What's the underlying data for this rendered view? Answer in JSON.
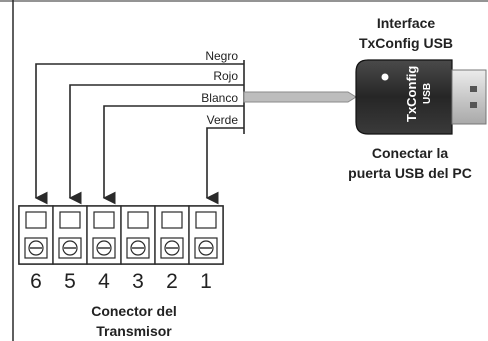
{
  "interface": {
    "title_line1": "Interface",
    "title_line2": "TxConfig USB",
    "device_label_line1": "TxConfig",
    "device_label_line2": "USB"
  },
  "pc_note": {
    "line1": "Conectar la",
    "line2": "puerta USB del PC"
  },
  "wires": [
    {
      "color_name": "Negro",
      "pin": "6"
    },
    {
      "color_name": "Rojo",
      "pin": "5"
    },
    {
      "color_name": "Blanco",
      "pin": "4"
    },
    {
      "color_name": "Verde",
      "pin": "1"
    }
  ],
  "terminals": [
    "6",
    "5",
    "4",
    "3",
    "2",
    "1"
  ],
  "connector": {
    "line1": "Conector del",
    "line2": "Transmisor"
  },
  "colors": {
    "line": "#2a2a2a",
    "device_body": "#2b2b2b",
    "usb_plug": "#cfcfcf",
    "cable": "#bdbdbd"
  }
}
